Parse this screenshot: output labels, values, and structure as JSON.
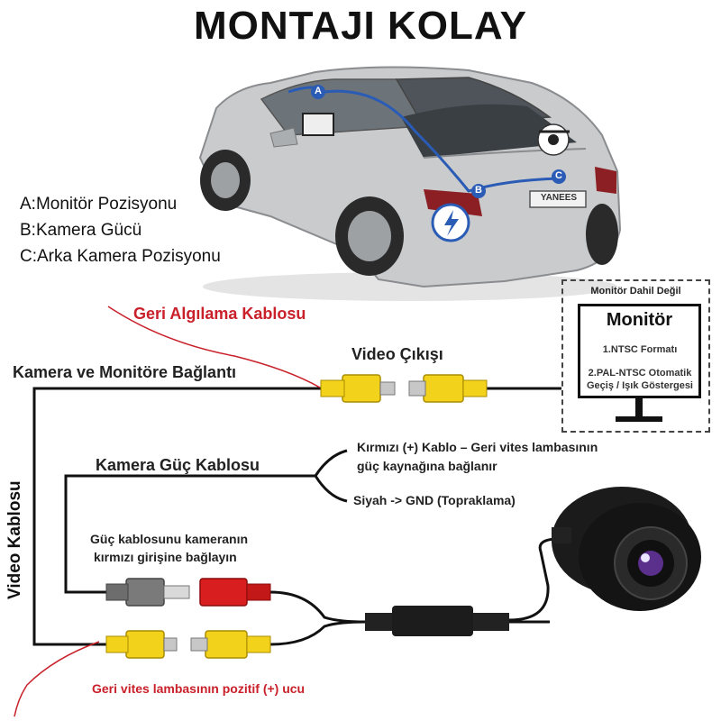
{
  "title": "MONTAJI KOLAY",
  "legend": [
    "A:Monitör Pozisyonu",
    "B:Kamera Gücü",
    "C:Arka Kamera Pozisyonu"
  ],
  "car_markers": [
    "A",
    "B",
    "C"
  ],
  "license_plate": "YANEES",
  "labels": {
    "reverse_sense_cable": "Geri Algılama Kablosu",
    "camera_monitor_connection": "Kamera ve Monitöre Bağlantı",
    "video_output": "Video Çıkışı",
    "camera_power_cable": "Kamera Güç Kablosu",
    "red_cable_note_1": "Kırmızı (+) Kablo – Geri vites lambasının",
    "red_cable_note_2": "güç kaynağına bağlanır",
    "black_cable_note": "Siyah  -> GND (Topraklama)",
    "power_to_camera_1": "Güç kablosunu kameranın",
    "power_to_camera_2": "kırmızı girişine bağlayın",
    "video_cable": "Video Kablosu",
    "reverse_light_positive": "Geri vites lambasının pozitif (+) ucu"
  },
  "monitor": {
    "not_included": "Monitör Dahil Değil",
    "title": "Monitör",
    "feature_1": "1.NTSC Formatı",
    "feature_2a": "2.PAL-NTSC Otomatik",
    "feature_2b": "Geçiş / Işık Göstergesi"
  },
  "colors": {
    "red_text": "#c9202a",
    "rca_yellow": "#f2d21b",
    "rca_red": "#d81e1e",
    "rca_gray": "#7a7a7a",
    "car_body": "#c8cacc",
    "route_line": "#2a5bb5"
  }
}
